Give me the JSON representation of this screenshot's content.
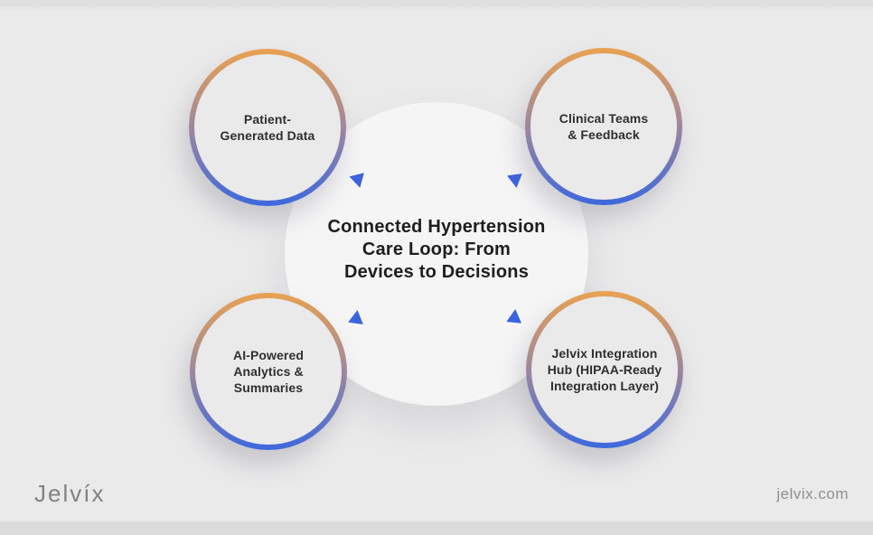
{
  "page": {
    "background": "#eaeaeb",
    "top_band_color": "#dfdfe0",
    "bottom_band_color": "#dbdbdc"
  },
  "diagram": {
    "center": {
      "title": "Connected Hypertension\nCare Loop: From\nDevices to Decisions",
      "fill": "#f5f5f6"
    },
    "ring_gradient": {
      "top": "#E9A251",
      "bottom": "#3D68DD"
    },
    "arrow_color": "#3B63DE",
    "nodes": [
      {
        "id": "patient-generated-data",
        "position": "top-left",
        "label": "Patient-\nGenerated Data"
      },
      {
        "id": "clinical-teams-feedback",
        "position": "top-right",
        "label": "Clinical Teams\n& Feedback"
      },
      {
        "id": "ai-powered-analytics",
        "position": "bottom-left",
        "label": "AI-Powered\nAnalytics &\nSummaries"
      },
      {
        "id": "jelvix-integration-hub",
        "position": "bottom-right",
        "label": "Jelvix Integration\nHub (HIPAA-Ready\nIntegration Layer)"
      }
    ],
    "arrows": [
      {
        "position": "top-left",
        "direction": "down"
      },
      {
        "position": "top-right",
        "direction": "down"
      },
      {
        "position": "bottom-left",
        "direction": "up"
      },
      {
        "position": "bottom-right",
        "direction": "up"
      }
    ]
  },
  "footer": {
    "logo": "Jelvíx",
    "website": "jelvix.com"
  }
}
